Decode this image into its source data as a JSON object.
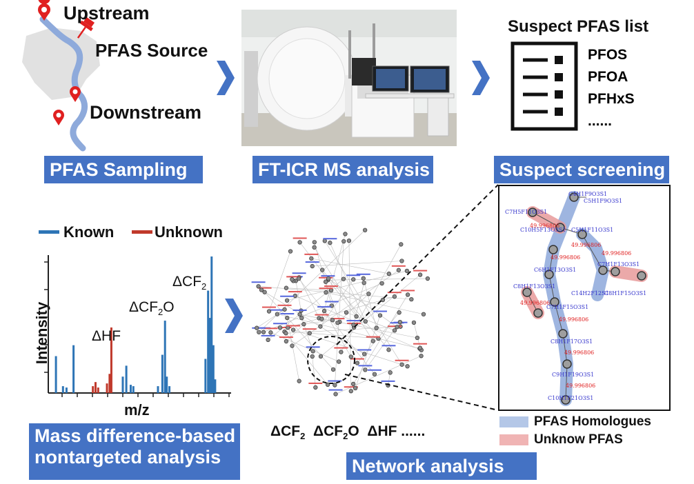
{
  "sampling": {
    "upstream": "Upstream",
    "source": "PFAS Source",
    "downstream": "Downstream",
    "label": "PFAS Sampling"
  },
  "ms": {
    "label": "FT-ICR MS analysis"
  },
  "suspect": {
    "title": "Suspect PFAS list",
    "items": [
      "PFOS",
      "PFOA",
      "PFHxS",
      "......"
    ],
    "label": "Suspect screening"
  },
  "spectrum": {
    "legend_known": "Known",
    "legend_unknown": "Unknown",
    "ylabel": "Intensity",
    "xlabel": "m/z",
    "ann_hf": "ΔHF",
    "ann_cf2o": "ΔCF",
    "ann_cf2o_sub": "2",
    "ann_cf2o_tail": "O",
    "ann_cf2": "ΔCF",
    "ann_cf2_sub": "2",
    "colors": {
      "known": "#2e75b6",
      "unknown": "#c0392b"
    },
    "label_line1": "Mass difference-based",
    "label_line2": "nontargeted analysis"
  },
  "chart_data": {
    "type": "bar",
    "title": "",
    "xlabel": "m/z",
    "ylabel": "Intensity",
    "series": [
      {
        "name": "Known",
        "values": [
          [
            0.02,
            0.27
          ],
          [
            0.06,
            0.05
          ],
          [
            0.08,
            0.04
          ],
          [
            0.12,
            0.35
          ],
          [
            0.4,
            0.12
          ],
          [
            0.42,
            0.2
          ],
          [
            0.445,
            0.06
          ],
          [
            0.46,
            0.05
          ],
          [
            0.6,
            0.05
          ],
          [
            0.625,
            0.28
          ],
          [
            0.64,
            0.53
          ],
          [
            0.65,
            0.12
          ],
          [
            0.665,
            0.05
          ],
          [
            0.87,
            0.25
          ],
          [
            0.885,
            0.75
          ],
          [
            0.895,
            0.55
          ],
          [
            0.905,
            1.0
          ],
          [
            0.915,
            0.35
          ],
          [
            0.925,
            0.1
          ]
        ]
      },
      {
        "name": "Unknown",
        "values": [
          [
            0.23,
            0.05
          ],
          [
            0.245,
            0.08
          ],
          [
            0.26,
            0.04
          ],
          [
            0.31,
            0.07
          ],
          [
            0.325,
            0.14
          ],
          [
            0.335,
            0.48
          ]
        ]
      }
    ]
  },
  "network": {
    "annotation": "ΔCF₂  ΔCF₂O  ΔHF ......",
    "ann_a": "ΔCF",
    "ann_a_sub": "2",
    "ann_b": "ΔCF",
    "ann_b_sub": "2",
    "ann_b_tail": "O",
    "ann_c": "ΔHF ......",
    "label": "Network analysis"
  },
  "zoom": {
    "nodes": [
      "C4H1F9O3S1",
      "C5H1F9O3S1",
      "C7H5F11O3S1",
      "C10H5F13O3S1",
      "C5H1F11O3S1",
      "C6H1F13O3S1",
      "C7H1F13O3S1",
      "C8H1F13O3S1",
      "C14H2F12S1",
      "C8H1F15O3S1",
      "C7H1F15O3S1",
      "C8H1F17O3S1",
      "C9H1F19O3S1",
      "C10H1F21O3S1"
    ],
    "edge_value": "49.996806",
    "legend_homologues": "PFAS Homologues",
    "legend_unknown": "Unknow PFAS",
    "colors": {
      "homologue": "#8ea9db",
      "unknown": "#e89a9a"
    }
  }
}
